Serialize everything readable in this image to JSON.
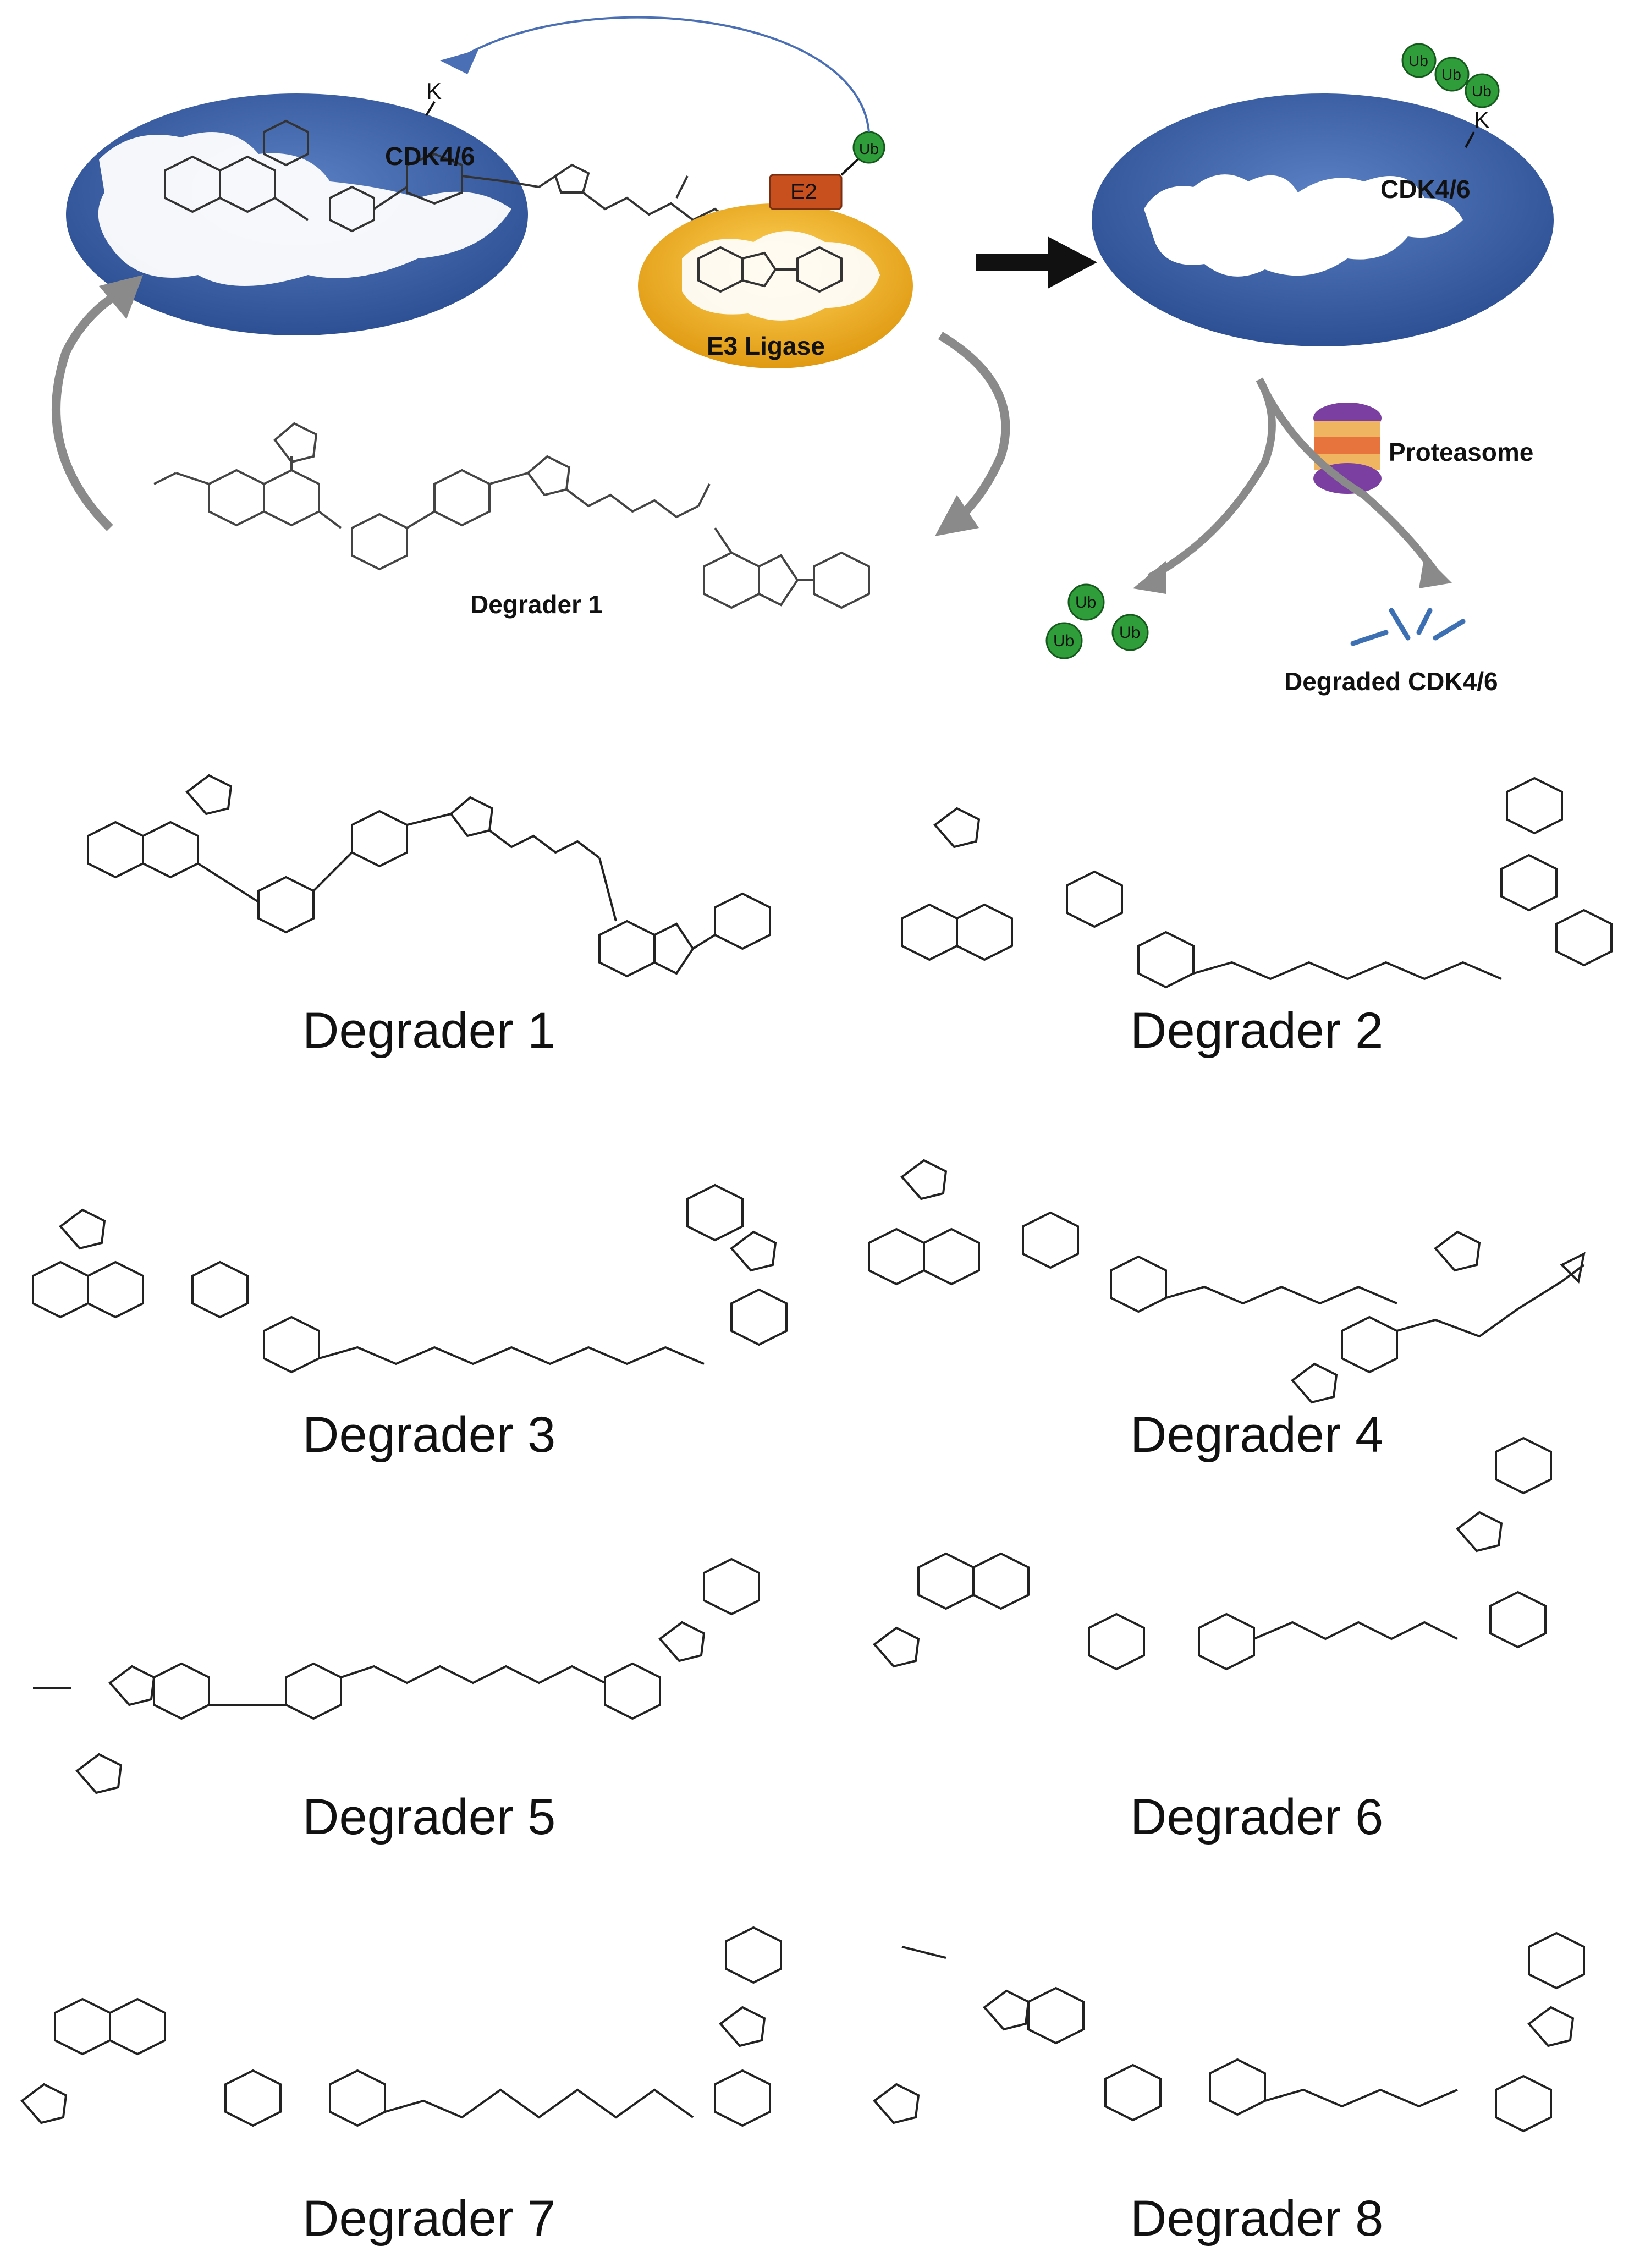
{
  "scheme": {
    "left_protein_label": "CDK4/6",
    "right_protein_label": "CDK4/6",
    "lysine_label_left": "K",
    "lysine_label_right": "K",
    "e2_label": "E2",
    "e3_label": "E3 Ligase",
    "ub_label": "Ub",
    "proteasome_label": "Proteasome",
    "degraded_label": "Degraded CDK4/6",
    "degrader_label": "Degrader 1",
    "colors": {
      "protein": "#3b5fa6",
      "e3": "#f2a81d",
      "e2": "#c8501f",
      "ub": "#2f9d3a",
      "arrow_grey": "#888888",
      "fragments": "#3d6fb3"
    }
  },
  "structures": [
    {
      "label": "Degrader 1"
    },
    {
      "label": "Degrader 2"
    },
    {
      "label": "Degrader 3"
    },
    {
      "label": "Degrader 4"
    },
    {
      "label": "Degrader 5"
    },
    {
      "label": "Degrader 6"
    },
    {
      "label": "Degrader 7"
    },
    {
      "label": "Degrader 8"
    }
  ]
}
